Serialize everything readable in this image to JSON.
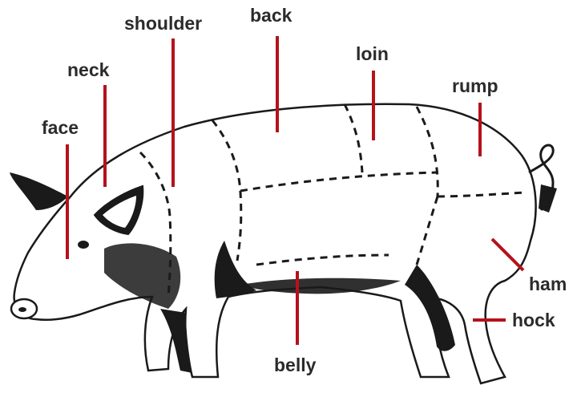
{
  "diagram": {
    "colors": {
      "leader_line": "#b5121b",
      "outline": "#1a1a1a",
      "label_text": "#2b2b2b",
      "background": "#ffffff"
    },
    "labels": {
      "face": "face",
      "neck": "neck",
      "shoulder": "shoulder",
      "back": "back",
      "loin": "loin",
      "rump": "rump",
      "ham": "ham",
      "hock": "hock",
      "belly": "belly"
    }
  }
}
